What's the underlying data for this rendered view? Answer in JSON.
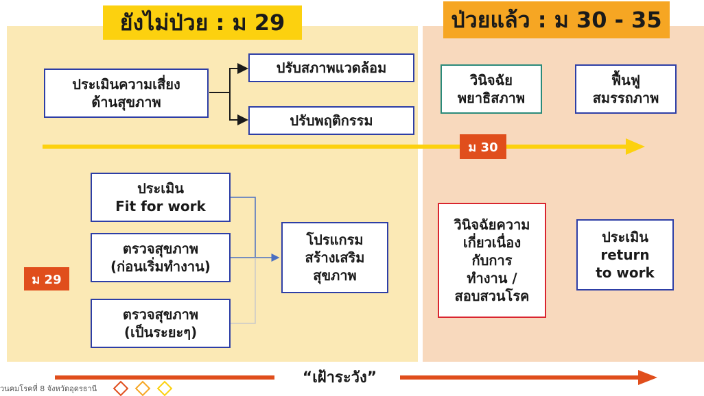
{
  "titles": {
    "left": "ยังไม่ป่วย : ม 29",
    "right": "ป่วยแล้ว : ม 30 - 35"
  },
  "left": {
    "assess_risk": [
      "ประเมินความเสี่ยง",
      "ด้านสุขภาพ"
    ],
    "adjust_env": "ปรับสภาพแวดล้อม",
    "adjust_behavior": "ปรับพฤติกรรม",
    "fit_for_work": [
      "ประเมิน",
      "Fit for work"
    ],
    "pre_employment": [
      "ตรวจสุขภาพ",
      "(ก่อนเริ่มทำงาน)"
    ],
    "periodic": [
      "ตรวจสุขภาพ",
      "(เป็นระยะๆ)"
    ],
    "program": [
      "โปรแกรม",
      "สร้างเสริม",
      "สุขภาพ"
    ],
    "tag": "ม 29"
  },
  "right": {
    "diagnose": [
      "วินิจฉัย",
      "พยาธิสภาพ"
    ],
    "rehab": [
      "ฟื้นฟู",
      "สมรรถภาพ"
    ],
    "work_related": [
      "วินิจฉัยความ",
      "เกี่ยวเนื่อง",
      "กับการ",
      "ทำงาน /",
      "สอบสวนโรค"
    ],
    "return_to_work": [
      "ประเมิน",
      "return",
      "to work"
    ],
    "tag": "ม 30"
  },
  "bottom": {
    "watch": "“เฝ้าระวัง”",
    "footer": "วนคมโรคที่ 8 จังหวัดอุดรธานี"
  },
  "colors": {
    "left_bg": "#fbe9b5",
    "right_bg": "#f8d9bd",
    "title_left": "#fcd10f",
    "title_right": "#f6a623",
    "box_border": "#2d3ea6",
    "tag": "#e04e1c",
    "yellow_arrow": "#fcd10f",
    "red_arrow": "#e04e1c"
  }
}
